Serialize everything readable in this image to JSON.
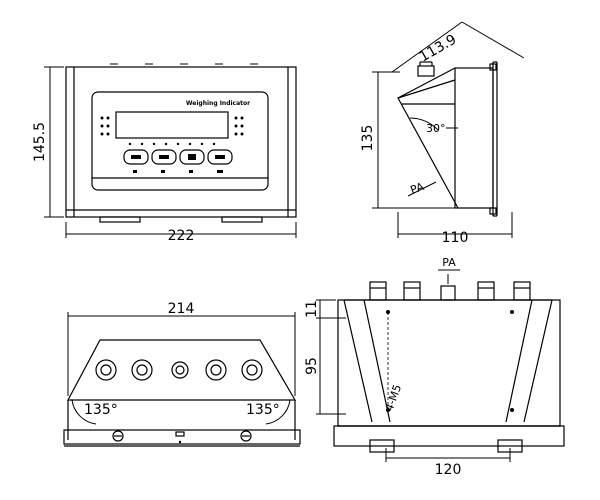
{
  "front_view": {
    "width_label": "222",
    "height_label": "145.5",
    "panel_title": "Weighing Indicator"
  },
  "side_view": {
    "depth_label": "110",
    "height_label": "135",
    "slant_label": "113.9",
    "angle_label": "30°",
    "pa_label": "PA"
  },
  "bottom_view": {
    "width_label": "214",
    "left_angle_label": "135°",
    "right_angle_label": "135°"
  },
  "rear_view": {
    "spacing_label": "120",
    "height_label": "95",
    "edge_label": "11",
    "hole_label": "4-M5",
    "pa_label": "PA"
  }
}
